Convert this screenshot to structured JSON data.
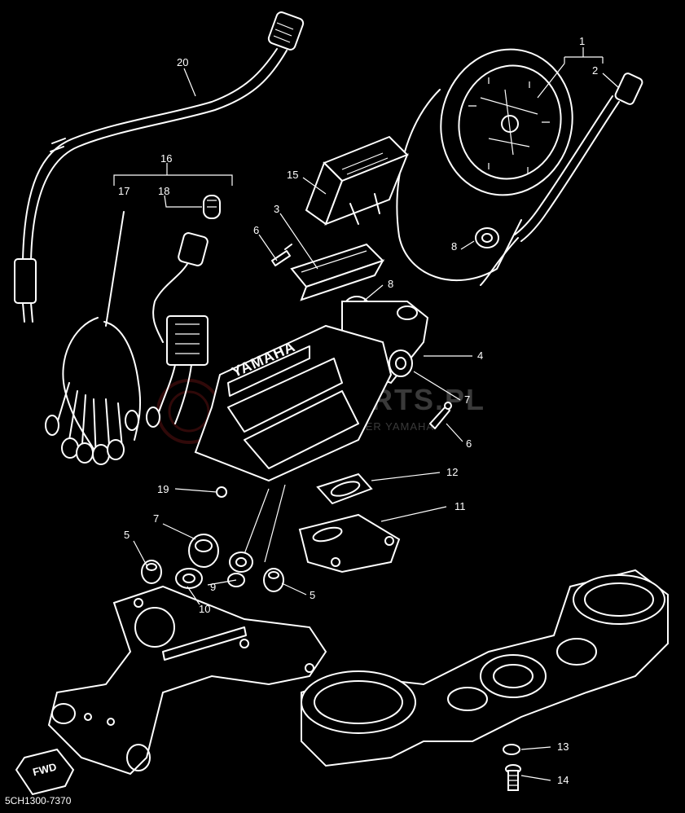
{
  "diagram": {
    "code": "5CH1300-7370",
    "watermark": {
      "main": "YAMA-PARTS.PL",
      "sub": "ONLINE PARTS DEALER YAMAHA"
    },
    "brand_text": "YAMAHA",
    "fwd_text": "FWD",
    "labels": [
      {
        "id": "l1",
        "text": "1"
      },
      {
        "id": "l2",
        "text": "2"
      },
      {
        "id": "l3",
        "text": "3"
      },
      {
        "id": "l4",
        "text": "4"
      },
      {
        "id": "l5a",
        "text": "5"
      },
      {
        "id": "l5b",
        "text": "5"
      },
      {
        "id": "l6a",
        "text": "6"
      },
      {
        "id": "l6b",
        "text": "6"
      },
      {
        "id": "l7a",
        "text": "7"
      },
      {
        "id": "l7b",
        "text": "7"
      },
      {
        "id": "l8a",
        "text": "8"
      },
      {
        "id": "l8b",
        "text": "8"
      },
      {
        "id": "l9",
        "text": "9"
      },
      {
        "id": "l10",
        "text": "10"
      },
      {
        "id": "l11",
        "text": "11"
      },
      {
        "id": "l12",
        "text": "12"
      },
      {
        "id": "l13",
        "text": "13"
      },
      {
        "id": "l14",
        "text": "14"
      },
      {
        "id": "l15",
        "text": "15"
      },
      {
        "id": "l16",
        "text": "16"
      },
      {
        "id": "l17",
        "text": "17"
      },
      {
        "id": "l18",
        "text": "18"
      },
      {
        "id": "l19",
        "text": "19"
      },
      {
        "id": "l20",
        "text": "20"
      }
    ]
  }
}
